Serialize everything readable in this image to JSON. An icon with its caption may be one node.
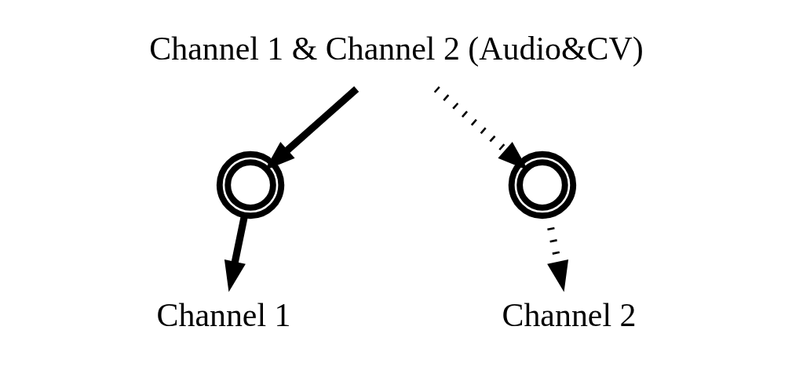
{
  "diagram": {
    "nodes": [
      {
        "text": [
          "Channel 1 & Channel 2 (Audio&CV)"
        ]
      },
      {
        "text": [],
        "shape": "circle"
      },
      {
        "text": [],
        "shape": "circle"
      },
      {
        "text": [
          "Channel 1"
        ]
      },
      {
        "text": [
          "Channel 2"
        ]
      }
    ],
    "edges": [
      {
        "from": 0,
        "to": 1,
        "arrow": "to"
      },
      {
        "from": 0,
        "to": 2,
        "arrow": "to",
        "style": "dashed"
      },
      {
        "from": 1,
        "to": 3,
        "arrow": "to"
      },
      {
        "from": 2,
        "to": 4,
        "arrow": "to",
        "style": "dashed"
      }
    ]
  }
}
